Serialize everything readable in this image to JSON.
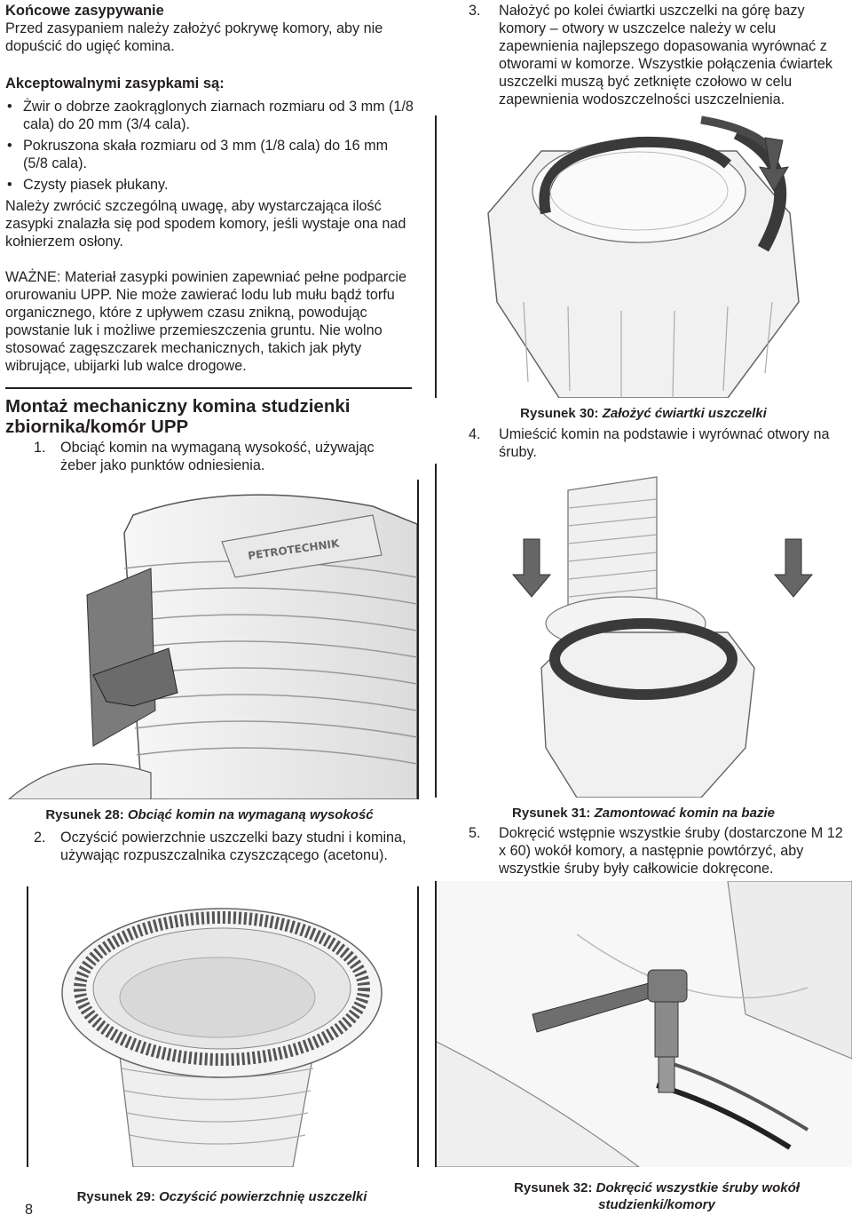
{
  "left": {
    "final_backfill_title": "Końcowe zasypywanie",
    "final_backfill_intro": "Przed zasypaniem należy założyć pokrywę komory, aby nie dopuścić do ugięć komina.",
    "acceptable_title": "Akceptowalnymi zasypkami są:",
    "bullets": [
      "Żwir o dobrze zaokrąglonych ziarnach rozmiaru od 3 mm (1/8 cala) do 20 mm (3/4 cala).",
      "Pokruszona skała rozmiaru od 3 mm (1/8 cala) do 16 mm (5/8 cala).",
      "Czysty piasek płukany."
    ],
    "attention_text": "Należy zwrócić szczególną uwagę, aby wystarczająca ilość zasypki znalazła się pod spodem komory, jeśli wystaje ona nad kołnierzem osłony.",
    "important_label": "WAŻNE:",
    "important_text": "Materiał zasypki powinien zapewniać pełne podparcie orurowaniu UPP. Nie może zawierać lodu lub mułu bądź torfu organicznego, które z upływem czasu znikną, powodując powstanie luk i możliwe przemieszczenia gruntu. Nie wolno stosować zagęszczarek mechanicznych, takich jak płyty wibrujące, ubijarki lub walce drogowe.",
    "section_title": "Montaż mechaniczny komina studzienki zbiornika/komór UPP",
    "step1_num": "1.",
    "step1_text": "Obciąć komin na wymaganą wysokość, używając żeber jako punktów odniesienia.",
    "fig28_label": "Rysunek 28:",
    "fig28_text": "Obciąć komin na wymaganą wysokość",
    "step2_num": "2.",
    "step2_text": "Oczyścić powierzchnie uszczelki bazy studni i komina, używając rozpuszczalnika czyszczącego (acetonu).",
    "fig29_label": "Rysunek 29:",
    "fig29_text": "Oczyścić powierzchnię uszczelki",
    "page_number": "8",
    "brand_text": "PETROTECHNIK"
  },
  "right": {
    "step3_num": "3.",
    "step3_text": "Nałożyć po kolei ćwiartki uszczelki na górę bazy komory – otwory w uszczelce należy w celu zapewnienia najlepszego dopasowania wyrównać z otworami w komorze. Wszystkie połączenia ćwiartek uszczelki muszą być zetknięte czołowo w celu zapewnienia wodoszczelności uszczelnienia.",
    "fig30_label": "Rysunek 30:",
    "fig30_text": "Założyć ćwiartki uszczelki",
    "step4_num": "4.",
    "step4_text": "Umieścić komin na podstawie i wyrównać otwory na śruby.",
    "fig31_label": "Rysunek 31:",
    "fig31_text": "Zamontować komin na bazie",
    "step5_num": "5.",
    "step5_text": "Dokręcić wstępnie wszystkie śruby (dostarczone M 12 x 60) wokół komory, a następnie powtórzyć, aby wszystkie śruby były całkowicie dokręcone.",
    "fig32_label": "Rysunek 32:",
    "fig32_text": "Dokręcić wszystkie śruby wokół studzienki/komory"
  }
}
